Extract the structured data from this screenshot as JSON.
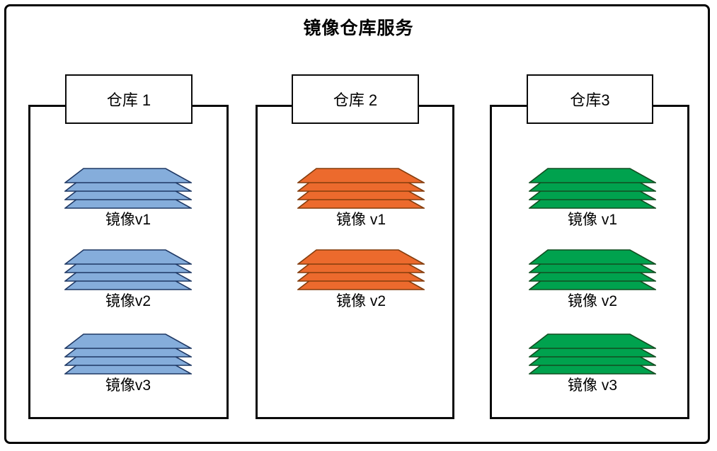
{
  "title": "镜像仓库服务",
  "frame_border_color": "#000000",
  "repositories": [
    {
      "label": "仓库 1",
      "fill": "#85ADDB",
      "stroke": "#1F3864",
      "images": [
        "镜像v1",
        "镜像v2",
        "镜像v3"
      ]
    },
    {
      "label": "仓库 2",
      "fill": "#EC6A2D",
      "stroke": "#843C0C",
      "images": [
        "镜像 v1",
        "镜像 v2"
      ]
    },
    {
      "label": "仓库3",
      "fill": "#00A24E",
      "stroke": "#124D20",
      "images": [
        "镜像 v1",
        "镜像 v2",
        "镜像 v3"
      ]
    }
  ]
}
